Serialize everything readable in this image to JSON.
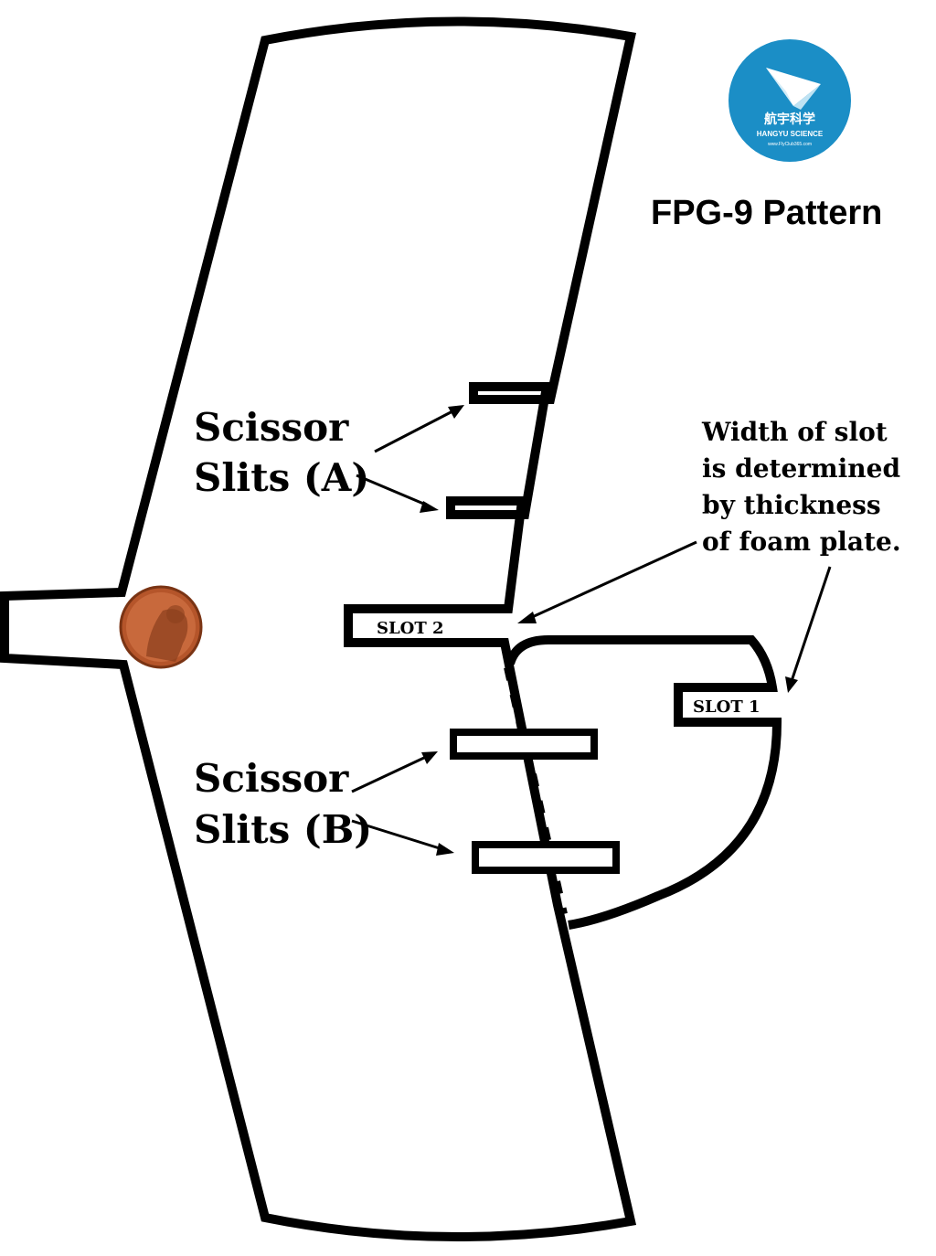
{
  "title": "FPG-9 Pattern",
  "logo": {
    "name_cn": "航宇科学",
    "name_en": "HANGYU SCIENCE",
    "url": "www.FlyClub365.com",
    "color": "#1b8ec6"
  },
  "labels": {
    "slits_a_line1": "Scissor",
    "slits_a_line2": "Slits (A)",
    "slits_b_line1": "Scissor",
    "slits_b_line2": "Slits (B)",
    "slot_note_line1": "Width of slot",
    "slot_note_line2": "is determined",
    "slot_note_line3": "by thickness",
    "slot_note_line4": "of foam plate.",
    "slot1": "SLOT 1",
    "slot2": "SLOT 2"
  },
  "icons": {
    "penny": "penny-icon",
    "logo": "paper-plane-icon"
  },
  "colors": {
    "outline": "#000000",
    "penny": "#c8693c"
  }
}
